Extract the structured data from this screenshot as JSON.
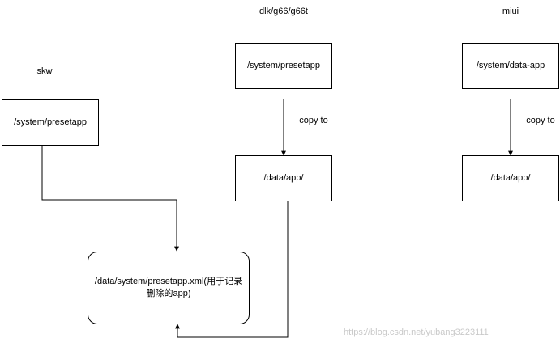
{
  "diagram": {
    "columns": [
      {
        "title": "skw"
      },
      {
        "title": "dlk/g66/g66t"
      },
      {
        "title": "miui"
      }
    ],
    "nodes": [
      {
        "id": "skw-preset",
        "label": "/system/presetapp"
      },
      {
        "id": "dlk-preset",
        "label": "/system/presetapp"
      },
      {
        "id": "miui-data-app",
        "label": "/system/data-app"
      },
      {
        "id": "dlk-data",
        "label": "/data/app/"
      },
      {
        "id": "miui-data",
        "label": "/data/app/"
      },
      {
        "id": "preset-xml",
        "label": "/data/system/presetapp.xml(用于记录删除的app)"
      }
    ],
    "edge_labels": [
      {
        "id": "dlk-copy",
        "text": "copy to"
      },
      {
        "id": "miui-copy",
        "text": "copy to"
      }
    ],
    "watermark": "https://blog.csdn.net/yubang3223111"
  }
}
